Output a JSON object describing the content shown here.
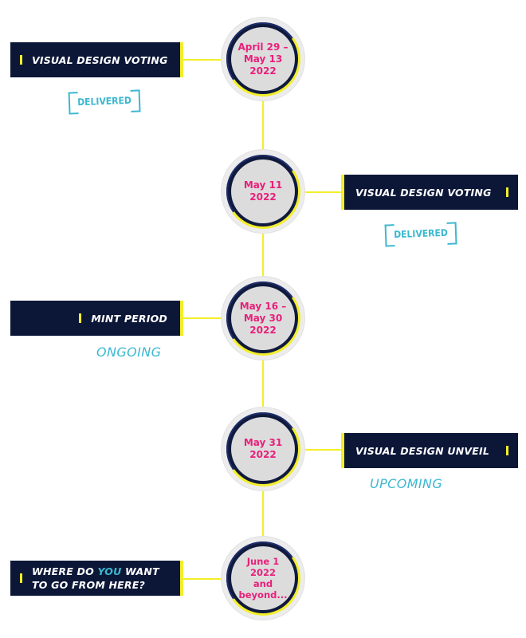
{
  "colors": {
    "navy": "#0c1738",
    "yellow": "#f3ee2a",
    "pink": "#e8207a",
    "cyan": "#3bb8d0"
  },
  "milestones": [
    {
      "date": "April 29 –\nMay 13\n2022",
      "label": "VISUAL DESIGN VOTING",
      "status": "DELIVERED"
    },
    {
      "date": "May 11\n2022",
      "label": "VISUAL DESIGN VOTING",
      "status": "DELIVERED"
    },
    {
      "date": "May 16 –\nMay 30\n2022",
      "label": "MINT PERIOD",
      "status": "ONGOING"
    },
    {
      "date": "May 31\n2022",
      "label": "VISUAL DESIGN UNVEIL",
      "status": "UPCOMING"
    },
    {
      "date": "June 1\n2022\nand\nbeyond...",
      "label_parts": [
        "WHERE DO ",
        "YOU",
        " WANT",
        "TO GO FROM HERE?"
      ]
    }
  ]
}
